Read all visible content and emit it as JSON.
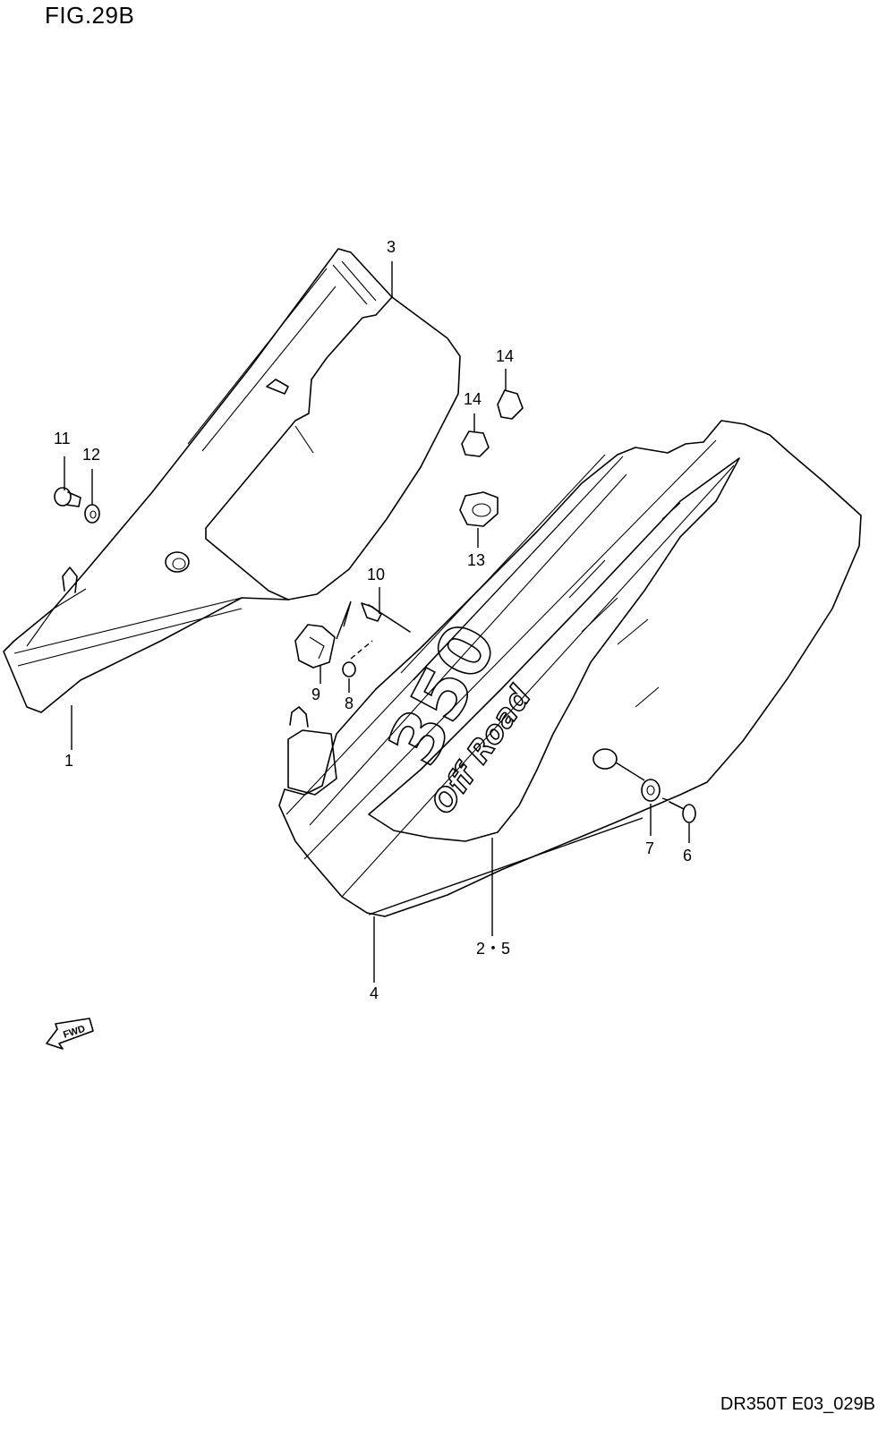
{
  "figure": {
    "title": "FIG.29B",
    "code": "DR350T E03_029B"
  },
  "fwd_label": "FWD",
  "logo": {
    "number": "350",
    "script": "Off Road"
  },
  "callouts": [
    {
      "id": "c1",
      "label": "1"
    },
    {
      "id": "c3",
      "label": "3"
    },
    {
      "id": "c4",
      "label": "4"
    },
    {
      "id": "c25",
      "label": "2・5"
    },
    {
      "id": "c6",
      "label": "6"
    },
    {
      "id": "c7",
      "label": "7"
    },
    {
      "id": "c8",
      "label": "8"
    },
    {
      "id": "c9",
      "label": "9"
    },
    {
      "id": "c10",
      "label": "10"
    },
    {
      "id": "c11",
      "label": "11"
    },
    {
      "id": "c12",
      "label": "12"
    },
    {
      "id": "c13",
      "label": "13"
    },
    {
      "id": "c14a",
      "label": "14"
    },
    {
      "id": "c14b",
      "label": "14"
    }
  ]
}
